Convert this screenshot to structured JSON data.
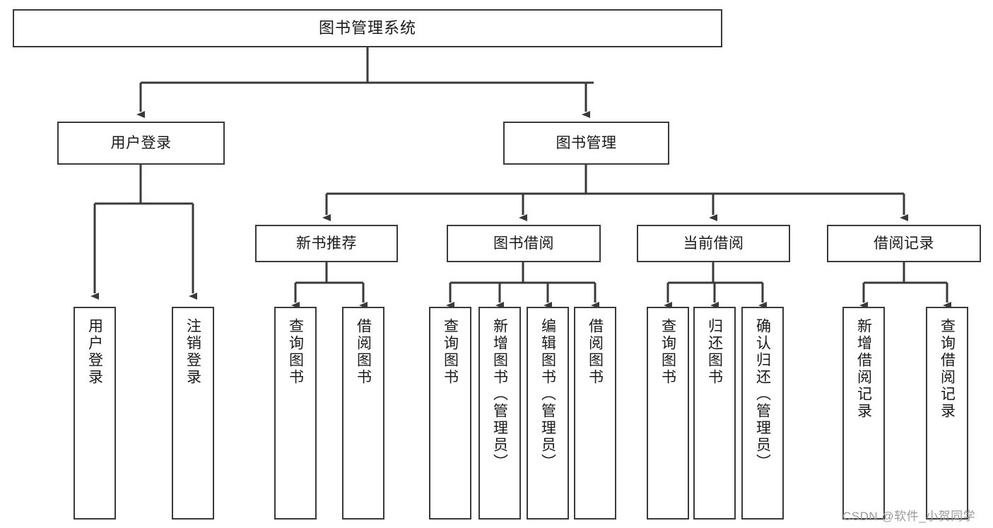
{
  "diagram": {
    "title": "图书管理系统",
    "type": "functional-decomposition-tree",
    "root": {
      "label": "图书管理系统"
    },
    "level2": [
      {
        "label": "用户登录"
      },
      {
        "label": "图书管理"
      }
    ],
    "level3": [
      {
        "label": "新书推荐"
      },
      {
        "label": "图书借阅"
      },
      {
        "label": "当前借阅"
      },
      {
        "label": "借阅记录"
      }
    ],
    "leaves": {
      "user_login": [
        {
          "label": "用户登录"
        },
        {
          "label": "注销登录"
        }
      ],
      "new_book_recommend": [
        {
          "label": "查询图书"
        },
        {
          "label": "借阅图书"
        }
      ],
      "book_borrow": [
        {
          "label": "查询图书"
        },
        {
          "label": "新增图书（管理员）"
        },
        {
          "label": "编辑图书（管理员）"
        },
        {
          "label": "借阅图书"
        }
      ],
      "current_borrow": [
        {
          "label": "查询图书"
        },
        {
          "label": "归还图书"
        },
        {
          "label": "确认归还（管理员）"
        }
      ],
      "borrow_record": [
        {
          "label": "新增借阅记录"
        },
        {
          "label": "查询借阅记录"
        }
      ]
    }
  },
  "watermark": {
    "text": "CSDN @软件_小贺同学"
  },
  "colors": {
    "stroke": "#3a3a3a",
    "fill": "#ffffff",
    "text": "#1a1a1a",
    "watermark": "#9a9a9a"
  }
}
